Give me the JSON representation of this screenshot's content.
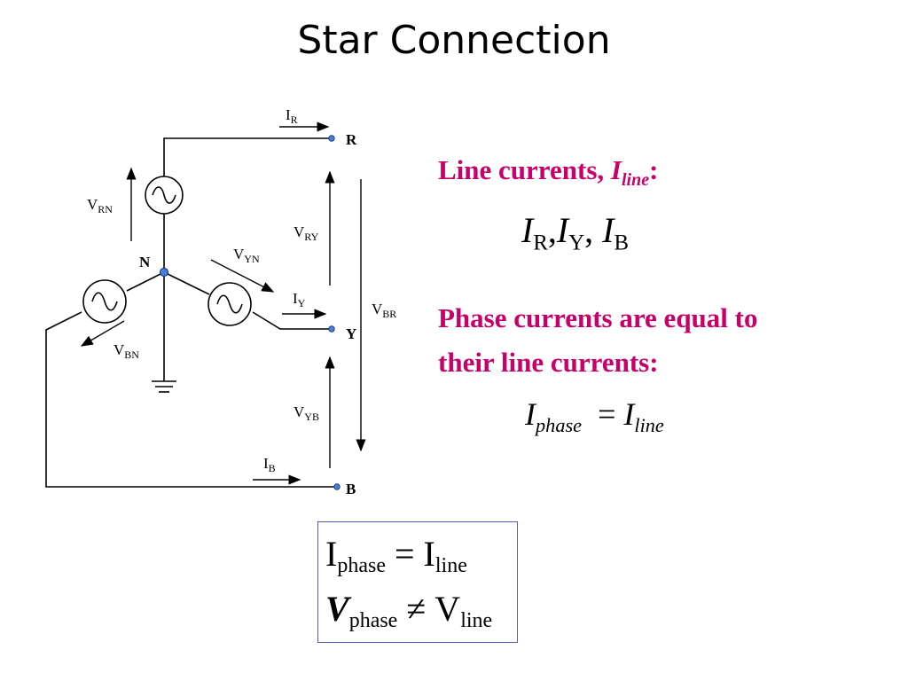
{
  "title": "Star Connection",
  "diagram": {
    "labels": {
      "terminal_r": "R",
      "terminal_y": "Y",
      "terminal_b": "B",
      "neutral": "N",
      "v_rn": {
        "main": "V",
        "sub": "RN"
      },
      "v_yn": {
        "main": "V",
        "sub": "YN"
      },
      "v_bn": {
        "main": "V",
        "sub": "BN"
      },
      "v_ry": {
        "main": "V",
        "sub": "RY"
      },
      "v_yb": {
        "main": "V",
        "sub": "YB"
      },
      "v_br": {
        "main": "V",
        "sub": "BR"
      },
      "i_r": {
        "main": "I",
        "sub": "R"
      },
      "i_y": {
        "main": "I",
        "sub": "Y"
      },
      "i_b": {
        "main": "I",
        "sub": "B"
      }
    },
    "colors": {
      "wire": "#000000",
      "node_fill": "#4a7fd8",
      "node_stroke": "#1a3f8a",
      "accent": "#c8006a",
      "box_border": "#5a5ab4"
    }
  },
  "line_currents": {
    "heading": "Line currents, ",
    "heading_symbol": "I",
    "heading_sub": "line",
    "heading_colon": ":",
    "equation": {
      "i1": "I",
      "s1": "R",
      "sep1": ",",
      "i2": "I",
      "s2": "Y",
      "sep2": ",",
      "i3": "I",
      "s3": "B"
    }
  },
  "phase_currents": {
    "line1": "Phase currents are equal to",
    "line2": "their line currents:",
    "equation": {
      "lhs": "I",
      "lhs_sub": "phase",
      "op": "=",
      "rhs": "I",
      "rhs_sub": "line"
    }
  },
  "summary": {
    "row1": {
      "lhs": "I",
      "lhs_sub": "phase",
      "op": "=",
      "rhs": "I",
      "rhs_sub": "line"
    },
    "row2": {
      "lhs": "V",
      "lhs_sub": "phase",
      "op": "≠",
      "rhs": "V",
      "rhs_sub": "line"
    }
  }
}
